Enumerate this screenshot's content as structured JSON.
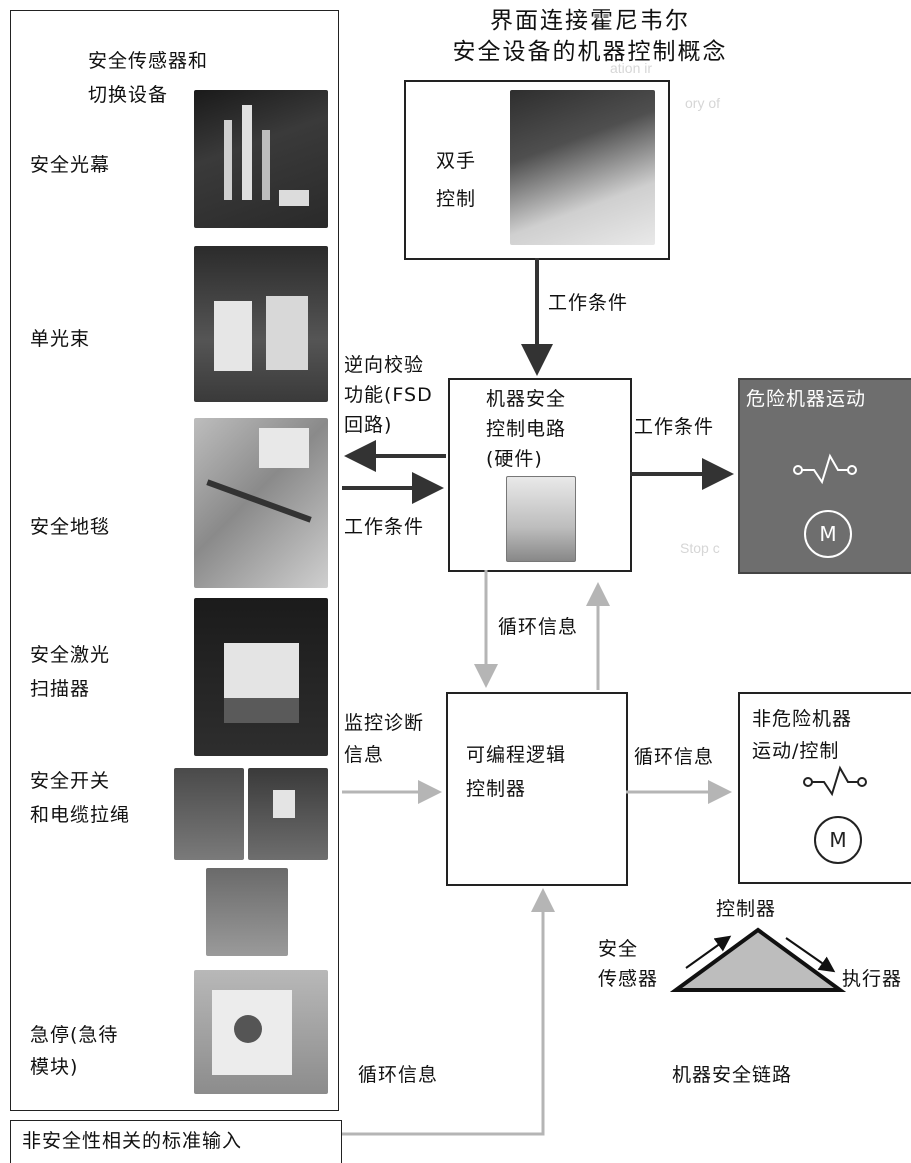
{
  "title": {
    "line1": "界面连接霍尼韦尔",
    "line2": "安全设备的机器控制概念"
  },
  "left_panel": {
    "heading1": "安全传感器和",
    "heading2": "切换设备",
    "items": [
      {
        "line1": "安全光幕",
        "line2": ""
      },
      {
        "line1": "单光束",
        "line2": ""
      },
      {
        "line1": "安全地毯",
        "line2": ""
      },
      {
        "line1": "安全激光",
        "line2": "扫描器"
      },
      {
        "line1": "安全开关",
        "line2": "和电缆拉绳"
      },
      {
        "line1": "急停(急待",
        "line2": "模块)"
      }
    ]
  },
  "two_hand": {
    "line1": "双手",
    "line2": "控制"
  },
  "safety_circuit": {
    "line1": "机器安全",
    "line2": "控制电路",
    "line3": "(硬件)"
  },
  "plc": {
    "line1": "可编程逻辑",
    "line2": "控制器"
  },
  "hazard_box": {
    "label": "危险机器运动",
    "motor": "M"
  },
  "nonhazard_box": {
    "line1": "非危险机器",
    "line2": "运动/控制",
    "motor": "M"
  },
  "std_input": {
    "label": "非安全性相关的标准输入"
  },
  "labels": {
    "work_condition_top": "工作条件",
    "fsd1": "逆向校验",
    "fsd2": "功能(FSD",
    "fsd3": "回路)",
    "work_condition_left": "工作条件",
    "work_condition_right": "工作条件",
    "cycle_mid": "循环信息",
    "monitor1": "监控诊断",
    "monitor2": "信息",
    "cycle_right": "循环信息",
    "cycle_bottom": "循环信息"
  },
  "chain": {
    "controller": "控制器",
    "sensor1": "安全",
    "sensor2": "传感器",
    "actuator": "执行器",
    "caption": "机器安全链路"
  },
  "colors": {
    "hazard_bg": "#6e6e6e",
    "gray_arrow": "#b5b5b5",
    "black_arrow": "#333333"
  }
}
